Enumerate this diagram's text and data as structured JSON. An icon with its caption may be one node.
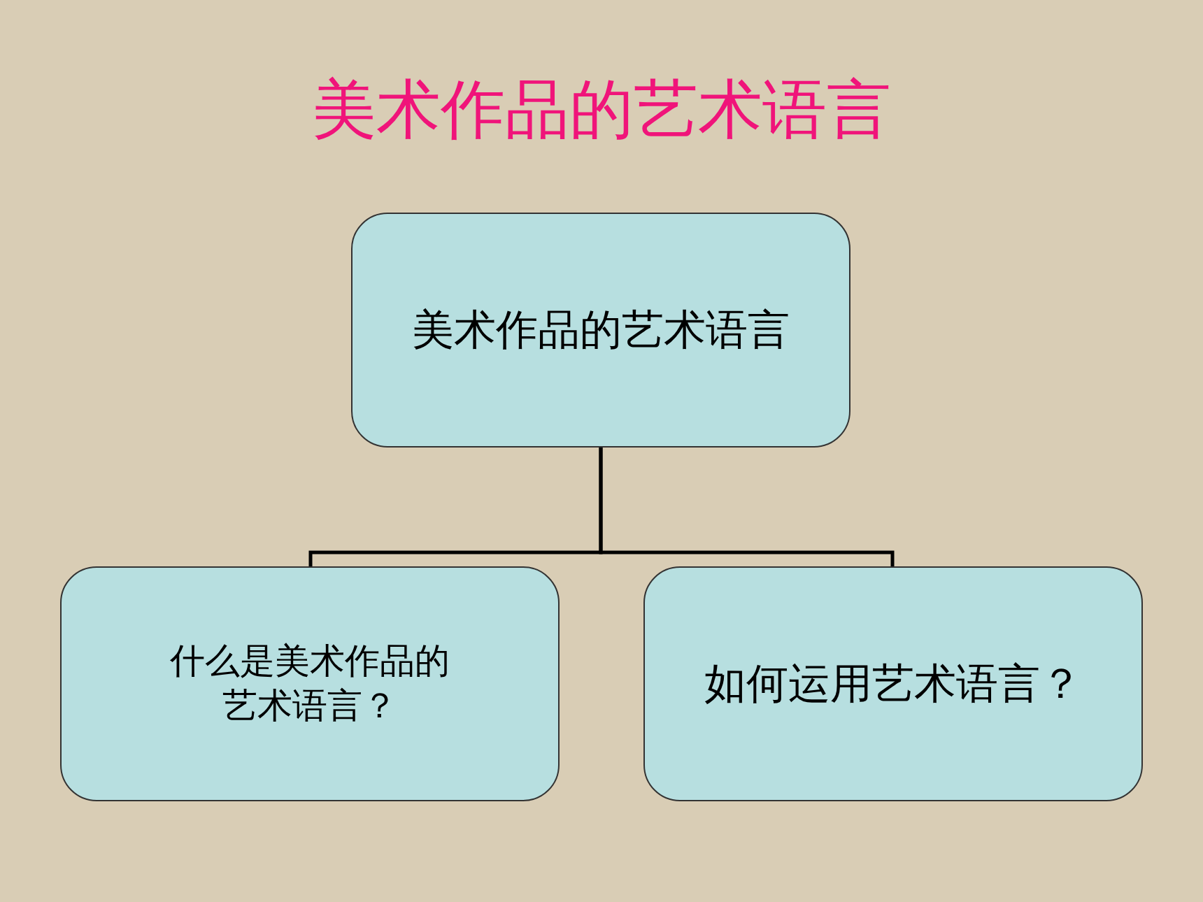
{
  "diagram": {
    "title": "美术作品的艺术语言",
    "nodes": [
      {
        "text": [
          "美术作品的艺术语言"
        ]
      },
      {
        "text": [
          "什么是美术作品的艺术语言？"
        ]
      },
      {
        "text": [
          "如何运用艺术语言？"
        ]
      }
    ],
    "edges": [
      {
        "from": 0,
        "to": 1,
        "arrow": "none"
      },
      {
        "from": 0,
        "to": 2,
        "arrow": "none"
      }
    ]
  }
}
